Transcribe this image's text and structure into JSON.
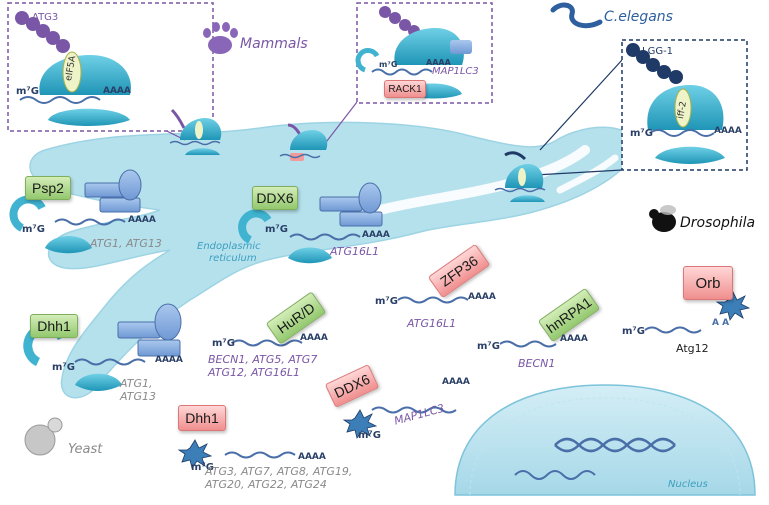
{
  "organisms": {
    "mammals": "Mammals",
    "c_elegans": "C.elegans",
    "drosophila": "Drosophila",
    "yeast": "Yeast"
  },
  "compartments": {
    "er_line1": "Endoplasmic",
    "er_line2": "reticulum",
    "nucleus": "Nucleus"
  },
  "insets": {
    "atg3_box": {
      "protein": "ATG3",
      "factor": "eIF5A",
      "cap": "m⁷G",
      "tail": "AAAA"
    },
    "rack1_box": {
      "protein": "RACK1",
      "mrna": "MAP1LC3",
      "cap": "m⁷G",
      "tail": "AAAA"
    },
    "lgg_box": {
      "protein": "LGG-1",
      "factor": "iff-2",
      "cap": "m⁷G",
      "tail": "AAAA"
    }
  },
  "regulators": {
    "psp2": {
      "label": "Psp2",
      "mrna": "ATG1, ATG13"
    },
    "ddx6_er": {
      "label": "DDX6",
      "mrna": "ATG16L1"
    },
    "dhh1_er": {
      "label": "Dhh1",
      "mrna_line1": "ATG1,",
      "mrna_line2": "ATG13"
    },
    "hur": {
      "label": "HuR/D",
      "mrna_line1": "BECN1, ATG5, ATG7",
      "mrna_line2": "ATG12, ATG16L1"
    },
    "zfp36": {
      "label": "ZFP36",
      "mrna": "ATG16L1"
    },
    "hnrpa1": {
      "label": "hnRPA1",
      "mrna": "BECN1"
    },
    "orb": {
      "label": "Orb",
      "mrna": "Atg12",
      "tail": "A  A"
    },
    "ddx6_cyt": {
      "label": "DDX6",
      "mrna": "MAP1LC3"
    },
    "dhh1_cyt": {
      "label": "Dhh1",
      "mrna_line1": "ATG3, ATG7, ATG8, ATG19,",
      "mrna_line2": "ATG20, ATG22, ATG24"
    }
  },
  "mrna": {
    "cap": "m⁷G",
    "tail": "AAAA"
  },
  "colors": {
    "er": "#a9dcea",
    "ribosome": "#3fb3d0",
    "purple": "#7a57a6",
    "navy": "#1f3a66",
    "green": "#9fd17a",
    "red": "#f29a9a"
  }
}
